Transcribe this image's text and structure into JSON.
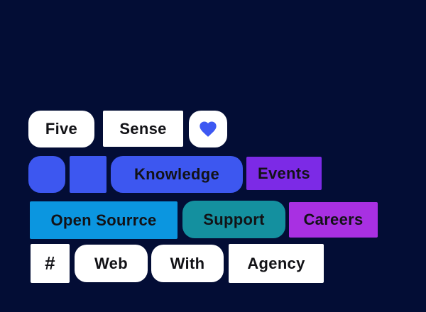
{
  "canvas": {
    "background": "#030d35"
  },
  "colors": {
    "royal_blue": "#3d57f0",
    "violet": "#7c2ae6",
    "azure": "#0b96e0",
    "teal": "#14909f",
    "magenta": "#a830e2",
    "white": "#ffffff",
    "text_dark": "#121216"
  },
  "rows": [
    {
      "items": [
        {
          "label": "Five",
          "bg": "#ffffff"
        },
        {
          "label": "Sense",
          "bg": "#ffffff"
        },
        {
          "label": "",
          "bg": "#ffffff",
          "icon": "heart-icon",
          "icon_color": "#3d58f2"
        }
      ]
    },
    {
      "items": [
        {
          "label": "",
          "bg": "#3d57f0"
        },
        {
          "label": "",
          "bg": "#3d57f0"
        },
        {
          "label": "Knowledge",
          "bg": "#3d57f0"
        },
        {
          "label": "Events",
          "bg": "#7c2ae6"
        }
      ]
    },
    {
      "items": [
        {
          "label": "Open Sourrce",
          "bg": "#0b96e0"
        },
        {
          "label": "Support",
          "bg": "#14909f"
        },
        {
          "label": "Careers",
          "bg": "#a830e2"
        }
      ]
    },
    {
      "items": [
        {
          "label": "#",
          "bg": "#ffffff"
        },
        {
          "label": "Web",
          "bg": "#ffffff"
        },
        {
          "label": "With",
          "bg": "#ffffff"
        },
        {
          "label": "Agency",
          "bg": "#ffffff"
        }
      ]
    }
  ]
}
